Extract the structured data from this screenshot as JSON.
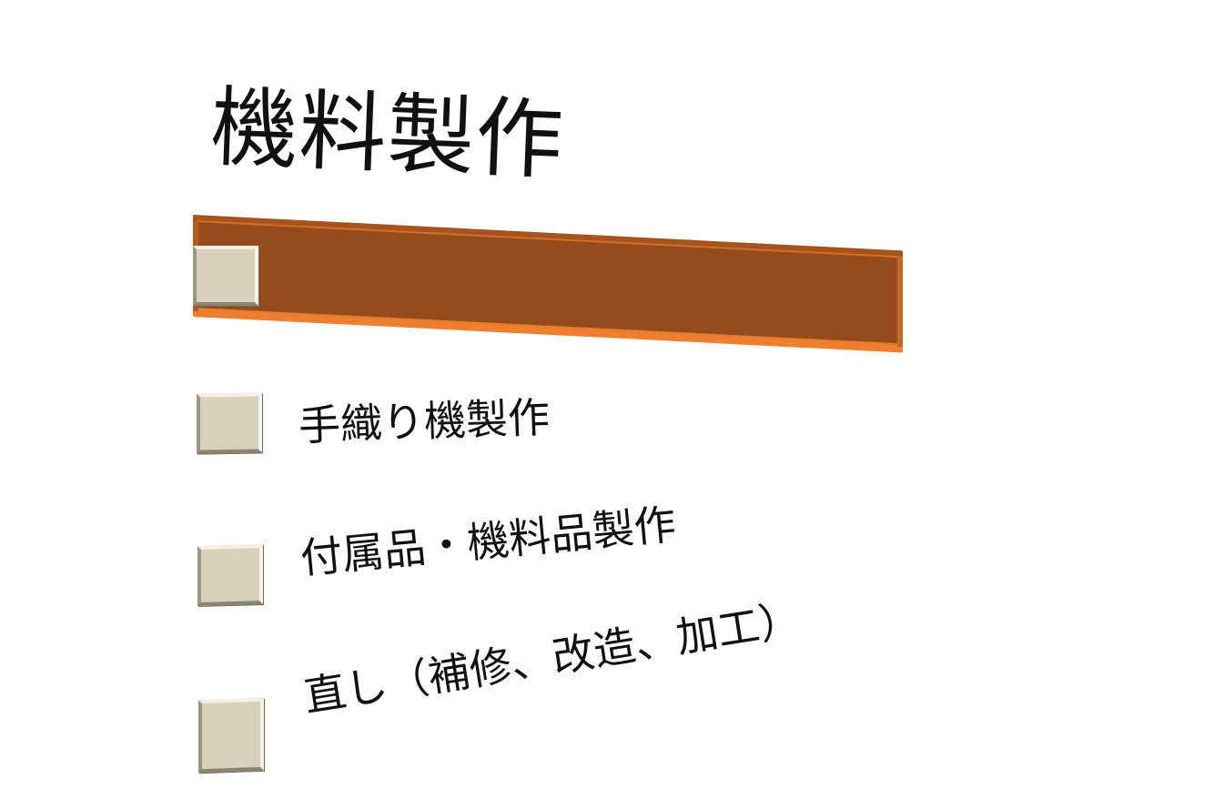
{
  "title": "機料製作",
  "items": [
    {
      "label": "手織り機製作"
    },
    {
      "label": "付属品・機料品製作"
    },
    {
      "label": "直し（補修、改造、加工）"
    }
  ],
  "colors": {
    "bar": "#964b1c",
    "bar_edge": "#f07e2e",
    "checkbox": "#d8d0bb",
    "text": "#111111"
  }
}
